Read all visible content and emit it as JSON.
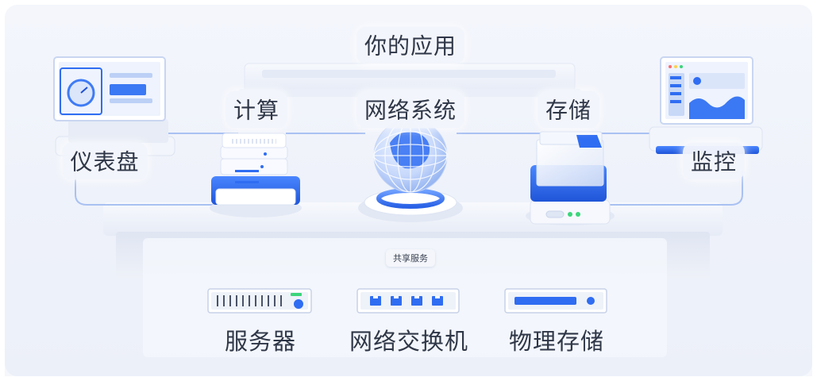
{
  "labels": {
    "apps": "你的应用",
    "compute": "计算",
    "network_system": "网络系统",
    "storage": "存储",
    "dashboard": "仪表盘",
    "monitoring": "监控",
    "shared_services": "共享服务",
    "servers": "服务器",
    "network_switch": "网络交换机",
    "physical_storage": "物理存储"
  },
  "colors": {
    "accent": "#2f6df2",
    "accent_dark": "#1e4fd1",
    "text": "#2f3747",
    "connector": "#9db7ef",
    "led_green": "#3bd57a"
  }
}
